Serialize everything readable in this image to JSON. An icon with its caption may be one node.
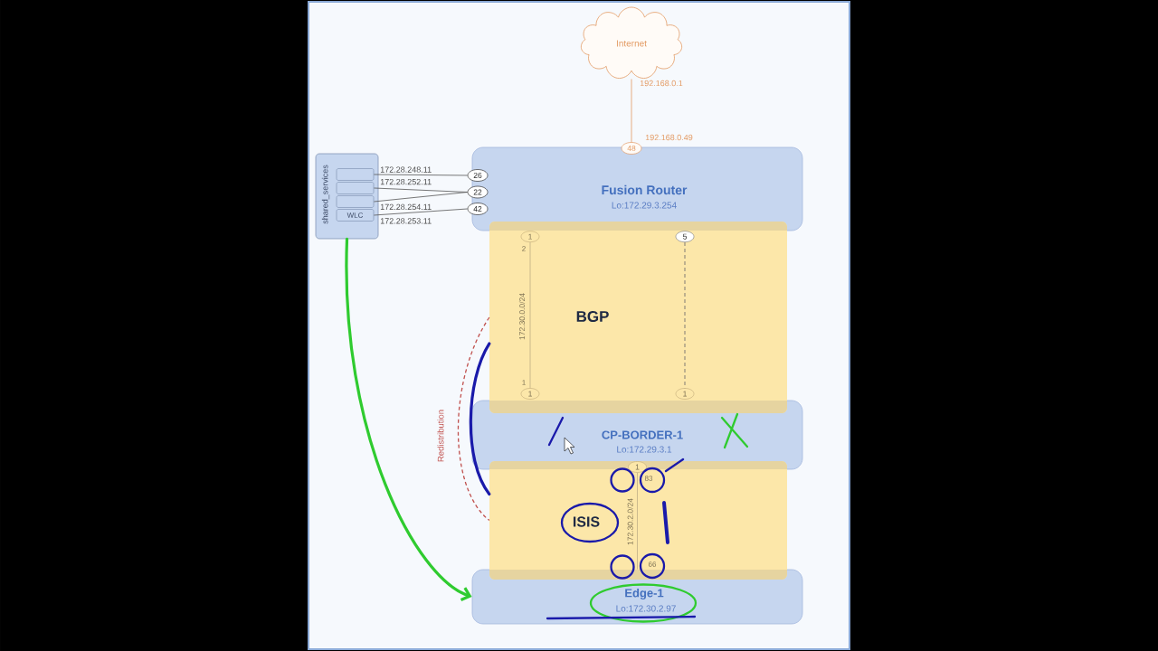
{
  "diagram": {
    "nodes": [
      {
        "text": [
          "Internet"
        ],
        "beside": [
          "192.168.0.1"
        ]
      },
      {
        "text": [
          "Fusion Router",
          "Lo:172.29.3.254"
        ]
      },
      {
        "text": [
          "48"
        ],
        "beside": [
          "192.168.0.49"
        ]
      },
      {
        "text": [
          "shared_services"
        ]
      },
      {
        "text": [],
        "shape": "box",
        "in": 3
      },
      {
        "text": [],
        "shape": "box",
        "in": 3
      },
      {
        "text": [],
        "shape": "box",
        "in": 3
      },
      {
        "text": [
          "WLC"
        ],
        "in": 3
      },
      {
        "text": [
          "26"
        ]
      },
      {
        "text": [
          "22"
        ]
      },
      {
        "text": [
          "42"
        ]
      },
      {
        "text": [
          "BGP"
        ]
      },
      {
        "text": [
          "1"
        ],
        "beside": [
          "2"
        ],
        "in": 11
      },
      {
        "text": [
          "5"
        ],
        "in": 11
      },
      {
        "text": [
          "1"
        ],
        "beside": [
          "1"
        ],
        "in": 11
      },
      {
        "text": [
          "1"
        ],
        "in": 11
      },
      {
        "text": [
          "CP-BORDER-1",
          "Lo:172.29.3.1"
        ]
      },
      {
        "text": [
          "ISIS"
        ]
      },
      {
        "text": [
          "1"
        ],
        "beside": [
          "83"
        ],
        "in": 17
      },
      {
        "text": [
          "Edge-1",
          "Lo:172.30.2.97"
        ],
        "beside": [
          "66"
        ]
      }
    ],
    "edges": [
      {
        "from": 0,
        "to": 2,
        "arrow": "none",
        "color": "#e39a63"
      },
      {
        "from": 4,
        "to": 8,
        "arrow": "none",
        "label": "172.28.248.11"
      },
      {
        "from": 5,
        "to": 9,
        "arrow": "none",
        "label": "172.28.252.11"
      },
      {
        "from": 6,
        "to": 9,
        "arrow": "none",
        "label": "172.28.254.11"
      },
      {
        "from": 7,
        "to": 10,
        "arrow": "none",
        "label": "172.28.253.11"
      },
      {
        "from": 12,
        "to": 14,
        "arrow": "none",
        "label": "172.30.0.0/24",
        "color": "#bfae86"
      },
      {
        "from": 13,
        "to": 15,
        "arrow": "none",
        "style": "dashed",
        "color": "#9d9480"
      },
      {
        "from": 18,
        "to": 19,
        "arrow": "none",
        "label": "172.30.2.0/24",
        "color": "#bfae86"
      },
      {
        "from": 11,
        "to": 17,
        "arrow": "none",
        "label": "Redistribution",
        "style": "dashed",
        "color": "#c0504d"
      },
      {
        "from": 3,
        "to": 19,
        "arrow": "to",
        "style": "thick",
        "color": "#2fcb2f"
      },
      {
        "from": 11,
        "to": 17,
        "arrow": "none",
        "style": "thick",
        "color": "#1a1aaa"
      }
    ]
  }
}
